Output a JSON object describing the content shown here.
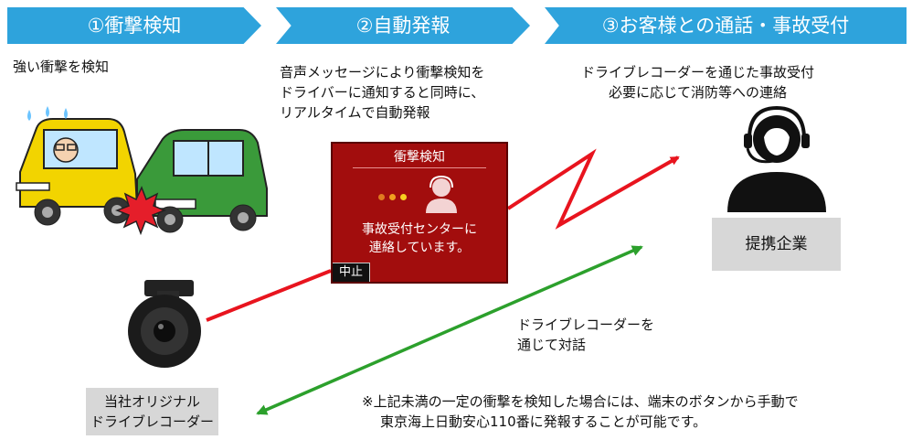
{
  "steps": [
    {
      "label": "①衝撃検知",
      "desc": [
        "強い衝撃を検知"
      ]
    },
    {
      "label": "②自動発報",
      "desc": [
        "音声メッセージにより衝撃検知を",
        "ドライバーに通知すると同時に、",
        "リアルタイムで自動発報"
      ]
    },
    {
      "label": "③お客様との通話・事故受付",
      "desc": [
        "ドライブレコーダーを通じた事故受付",
        "必要に応じて消防等への連絡"
      ]
    }
  ],
  "screen": {
    "title": "衝撃検知",
    "message": [
      "事故受付センターに",
      "連絡しています。"
    ],
    "stop_button": "中止"
  },
  "partner_label": "提携企業",
  "device_label": [
    "当社オリジナル",
    "ドライブレコーダー"
  ],
  "dialogue_label": [
    "ドライブレコーダーを",
    "通じて対話"
  ],
  "note": [
    "※上記未満の一定の衝撃を検知した場合には、端末のボタンから手動で",
    "東京海上日動安心110番に発報することが可能です。"
  ],
  "colors": {
    "banner": "#2ea3dc",
    "screen": "#a20d0d",
    "alert_arrow": "#e8141e",
    "dialogue_arrow": "#2ca02c",
    "label_box": "#d7d7d7",
    "car_yellow": "#f2d400",
    "car_green": "#3a9a3a",
    "impact": "#e51e2a"
  },
  "icons": [
    "impact-burst-icon",
    "operator-headset-icon",
    "dashcam-icon",
    "yellow-car-icon",
    "green-car-icon"
  ]
}
